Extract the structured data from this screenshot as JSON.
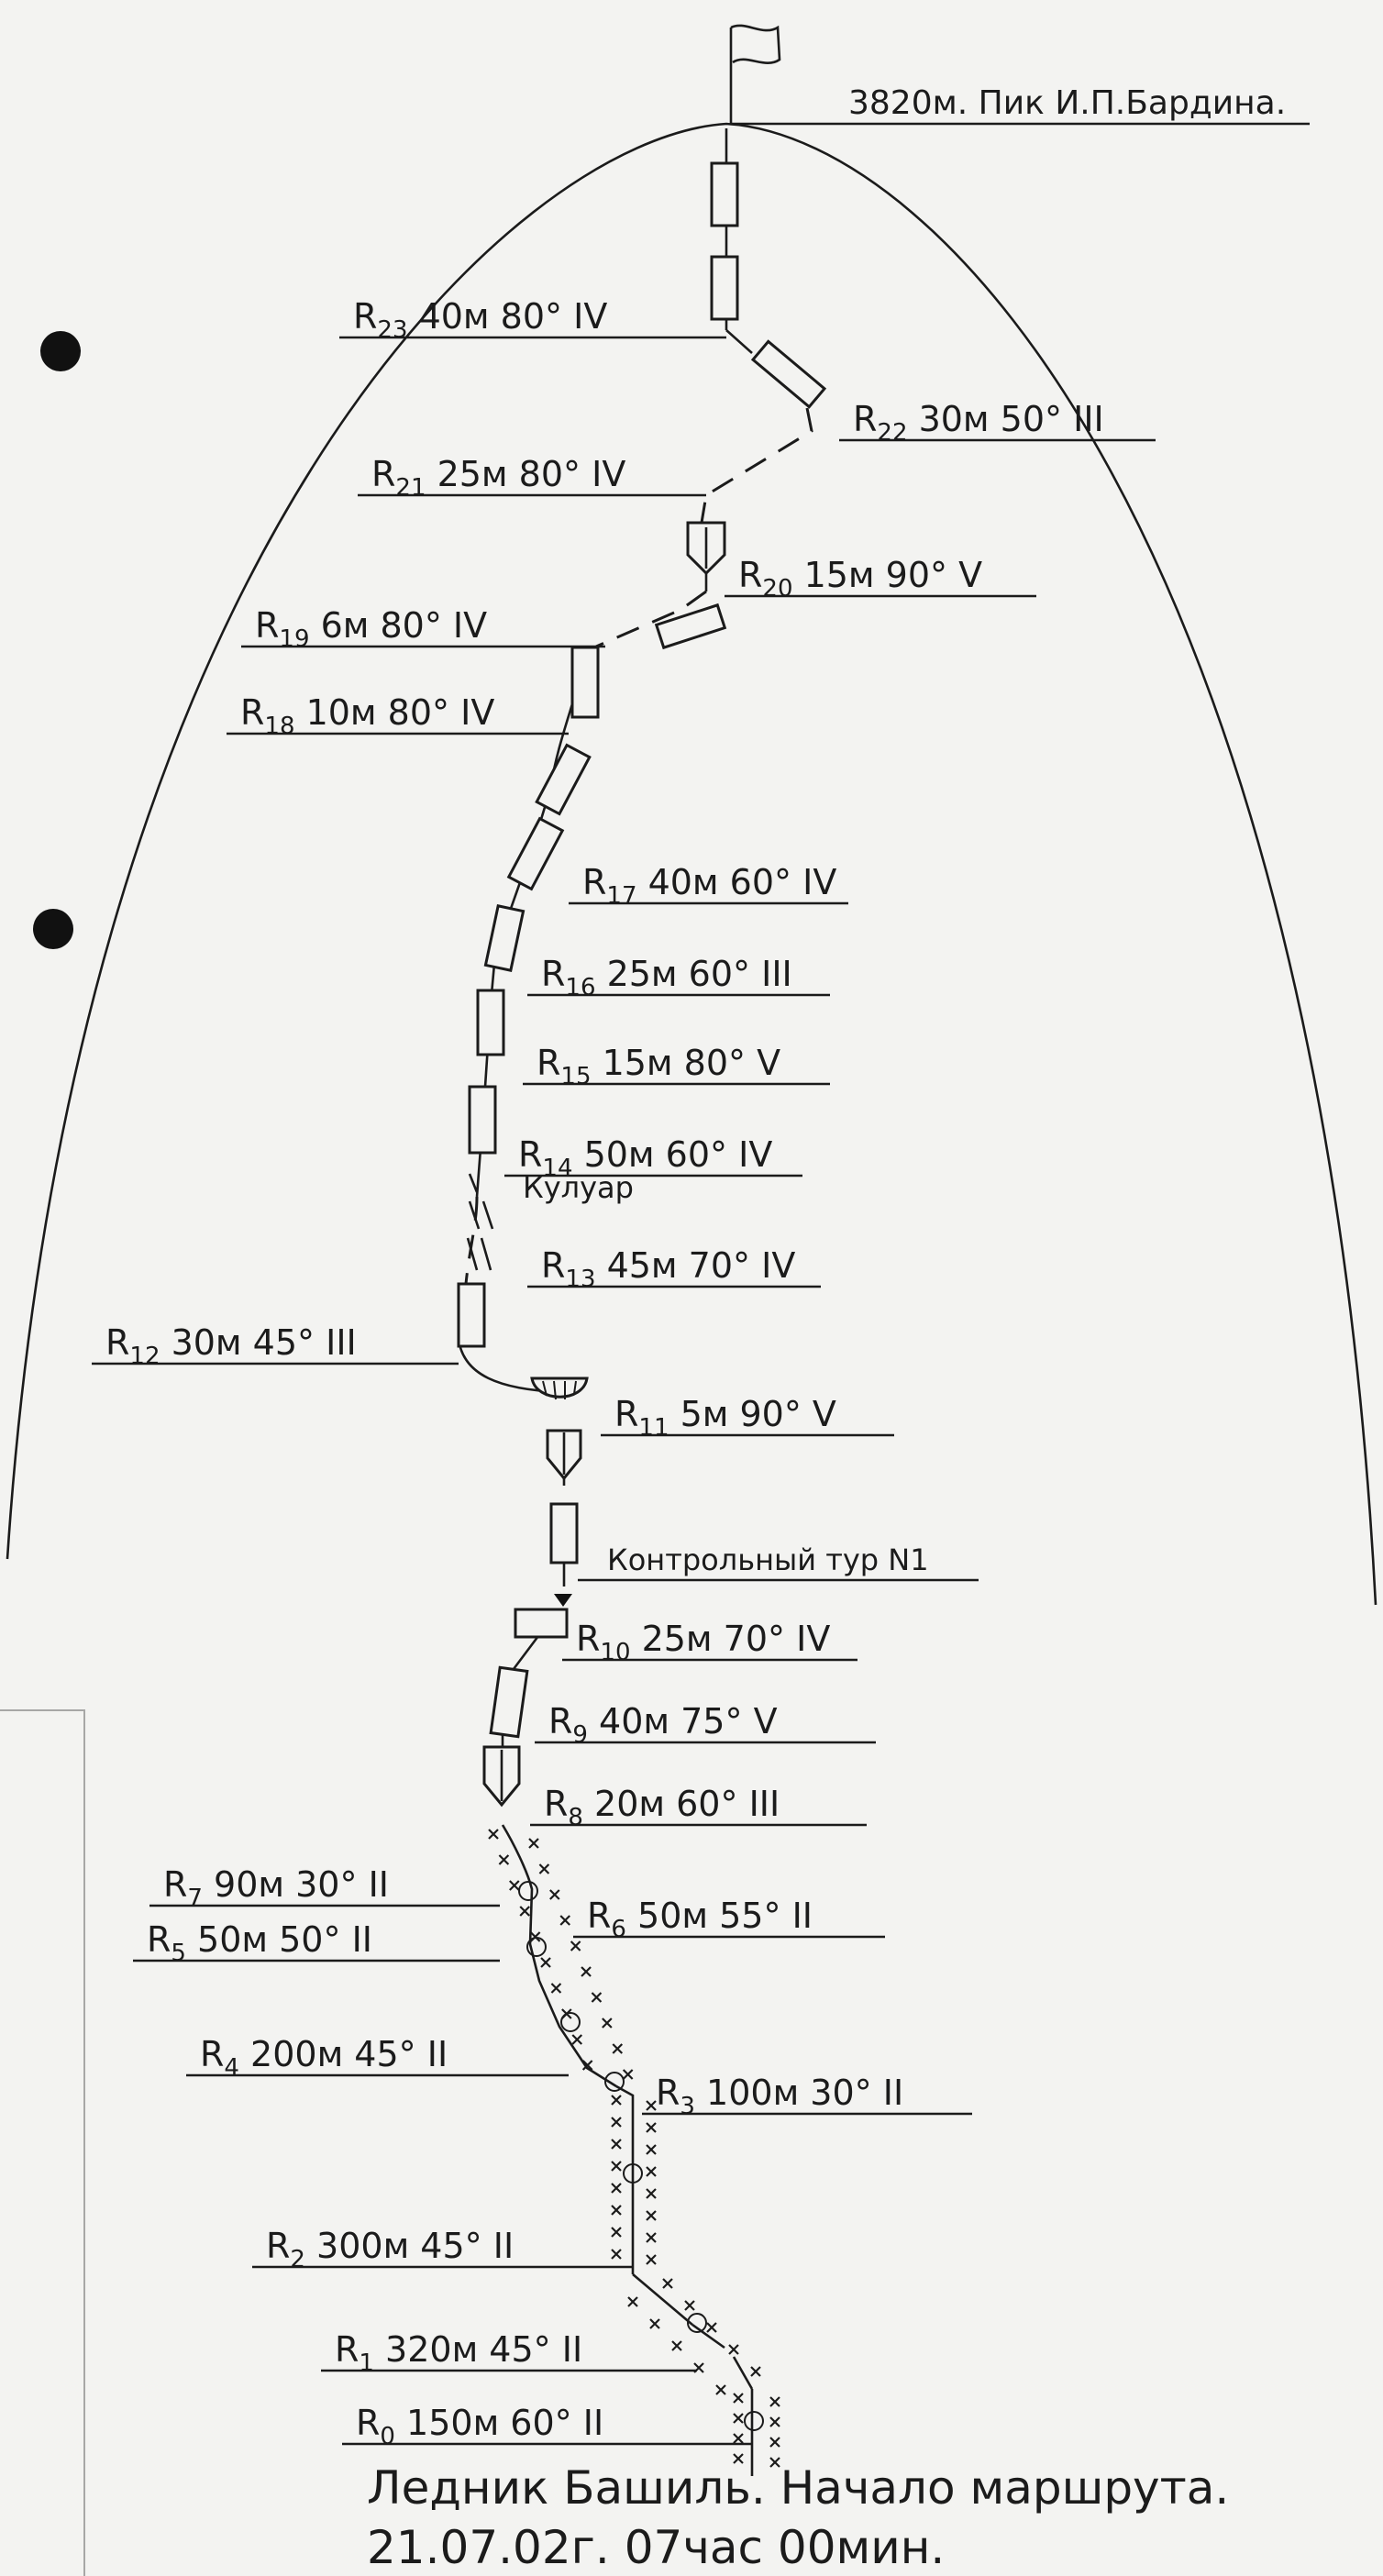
{
  "summit_label": "3820м. Пик И.П.Бардина.",
  "control_label": "Контрольный тур N1",
  "couloir_label": "Кулуар",
  "footer": {
    "line1": "Ледник Башиль. Начало маршрута.",
    "line2": "21.07.02г. 07час 00мин."
  },
  "pitches": [
    {
      "id": "R",
      "sub": "23",
      "text": "40м 80° IV"
    },
    {
      "id": "R",
      "sub": "22",
      "text": "30м 50° III"
    },
    {
      "id": "R",
      "sub": "21",
      "text": "25м 80° IV"
    },
    {
      "id": "R",
      "sub": "20",
      "text": "15м 90° V"
    },
    {
      "id": "R",
      "sub": "19",
      "text": "6м 80° IV"
    },
    {
      "id": "R",
      "sub": "18",
      "text": "10м 80° IV"
    },
    {
      "id": "R",
      "sub": "17",
      "text": "40м 60° IV"
    },
    {
      "id": "R",
      "sub": "16",
      "text": "25м 60° III"
    },
    {
      "id": "R",
      "sub": "15",
      "text": "15м 80° V"
    },
    {
      "id": "R",
      "sub": "14",
      "text": "50м 60° IV"
    },
    {
      "id": "R",
      "sub": "13",
      "text": "45м 70° IV"
    },
    {
      "id": "R",
      "sub": "12",
      "text": "30м 45° III"
    },
    {
      "id": "R",
      "sub": "11",
      "text": "5м 90° V"
    },
    {
      "id": "R",
      "sub": "10",
      "text": "25м 70° IV"
    },
    {
      "id": "R",
      "sub": "9",
      "text": "40м 75° V"
    },
    {
      "id": "R",
      "sub": "8",
      "text": "20м 60° III"
    },
    {
      "id": "R",
      "sub": "7",
      "text": "90м 30° II"
    },
    {
      "id": "R",
      "sub": "6",
      "text": "50м 55° II"
    },
    {
      "id": "R",
      "sub": "5",
      "text": "50м 50° II"
    },
    {
      "id": "R",
      "sub": "4",
      "text": "200м 45° II"
    },
    {
      "id": "R",
      "sub": "3",
      "text": "100м 30° II"
    },
    {
      "id": "R",
      "sub": "2",
      "text": "300м 45° II"
    },
    {
      "id": "R",
      "sub": "1",
      "text": "320м 45° II"
    },
    {
      "id": "R",
      "sub": "0",
      "text": "150м 60° II"
    }
  ]
}
